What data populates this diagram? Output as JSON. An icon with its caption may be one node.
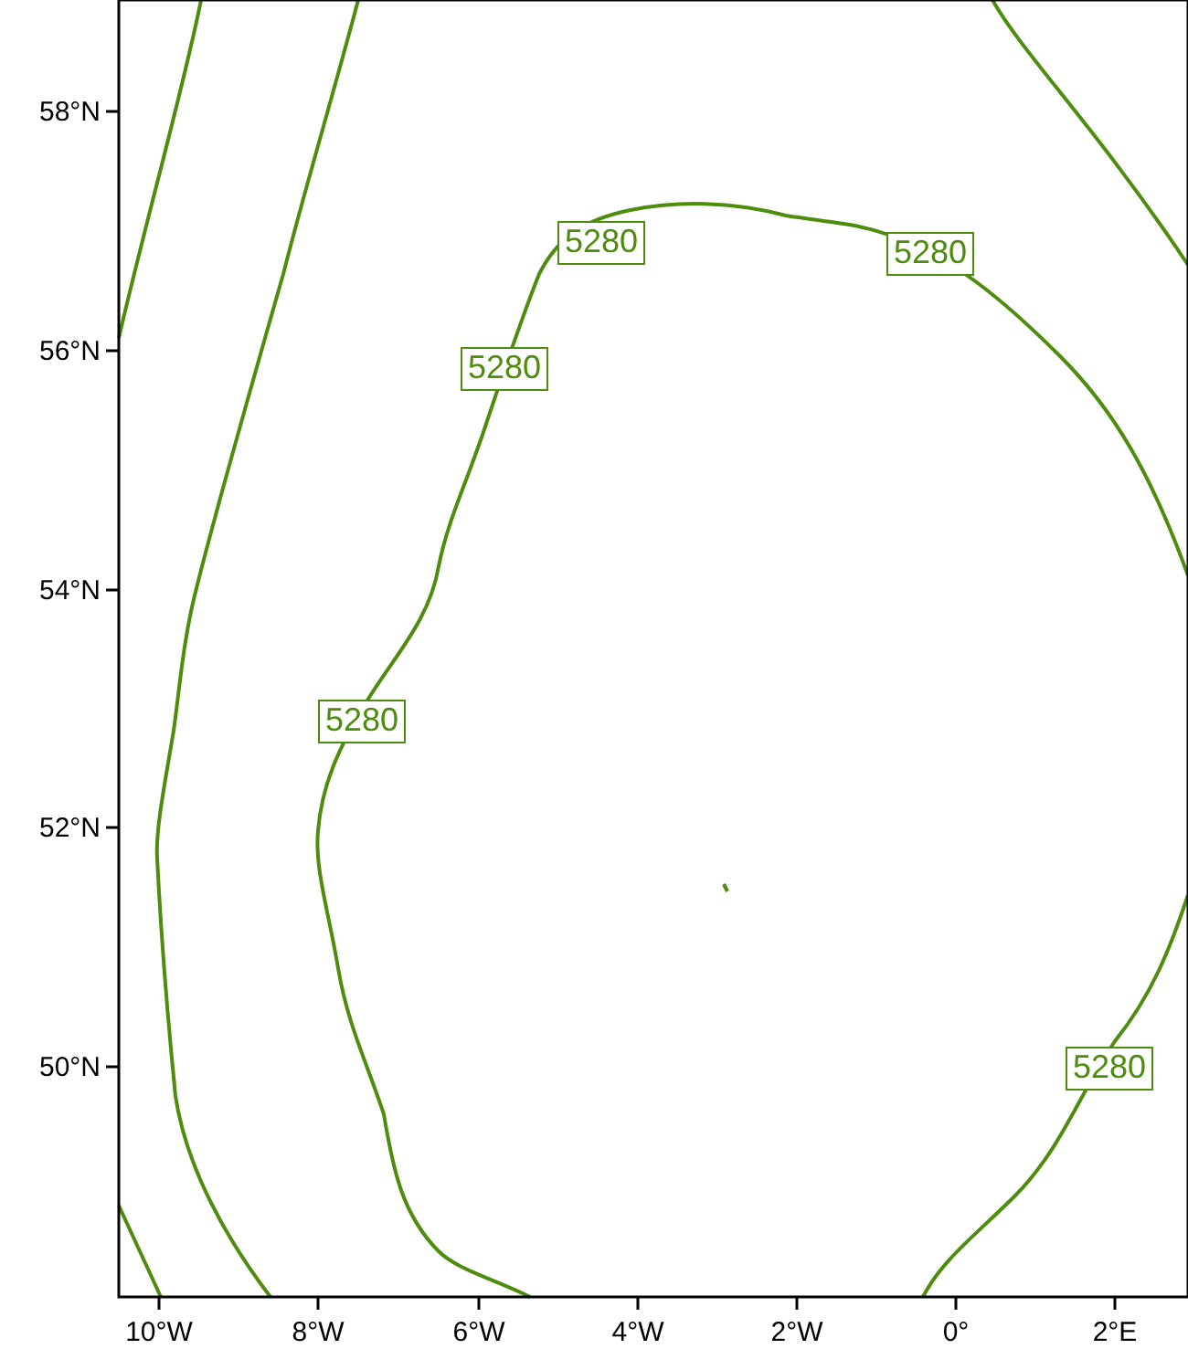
{
  "diagram": {
    "labels": [
      "58°N",
      "5280",
      "5280",
      "56°N",
      "5280",
      "54°N",
      "5280",
      "52°N",
      "50°N",
      "5280",
      "10°W",
      "8°W",
      "6°W",
      "4°W",
      "2°W",
      "0°",
      "2°E"
    ]
  }
}
